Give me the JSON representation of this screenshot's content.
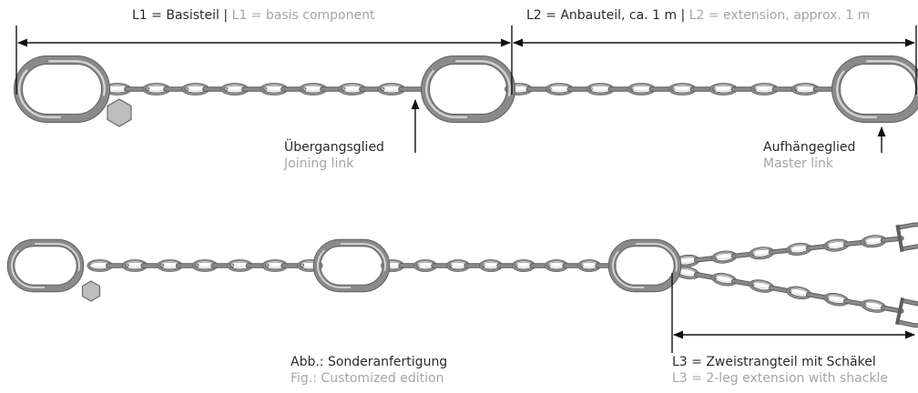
{
  "labels": {
    "l1_de": "L1 = Basisteil",
    "l1_sep": " | ",
    "l1_en": "L1 = basis component",
    "l2_de": "L2 = Anbauteil, ca. 1 m",
    "l2_sep": " | ",
    "l2_en": "L2 = extension, approx. 1 m",
    "joining_de": "Übergangsglied",
    "joining_en": "Joining link",
    "master_de": "Aufhängeglied",
    "master_en": "Master link",
    "fig_de": "Abb.: Sonderanfertigung",
    "fig_en": "Fig.: Customized edition",
    "l3_de": "L3 = Zweistrangteil mit Schäkel",
    "l3_en": "L3 = 2-leg extension with shackle"
  },
  "colors": {
    "chain": "#8a8a8a",
    "chain_dark": "#5e5e5e",
    "chain_light": "#d6d6d6",
    "dim_line": "#111111",
    "text_de": "#2a2a2a",
    "text_en": "#a5a5a5"
  }
}
